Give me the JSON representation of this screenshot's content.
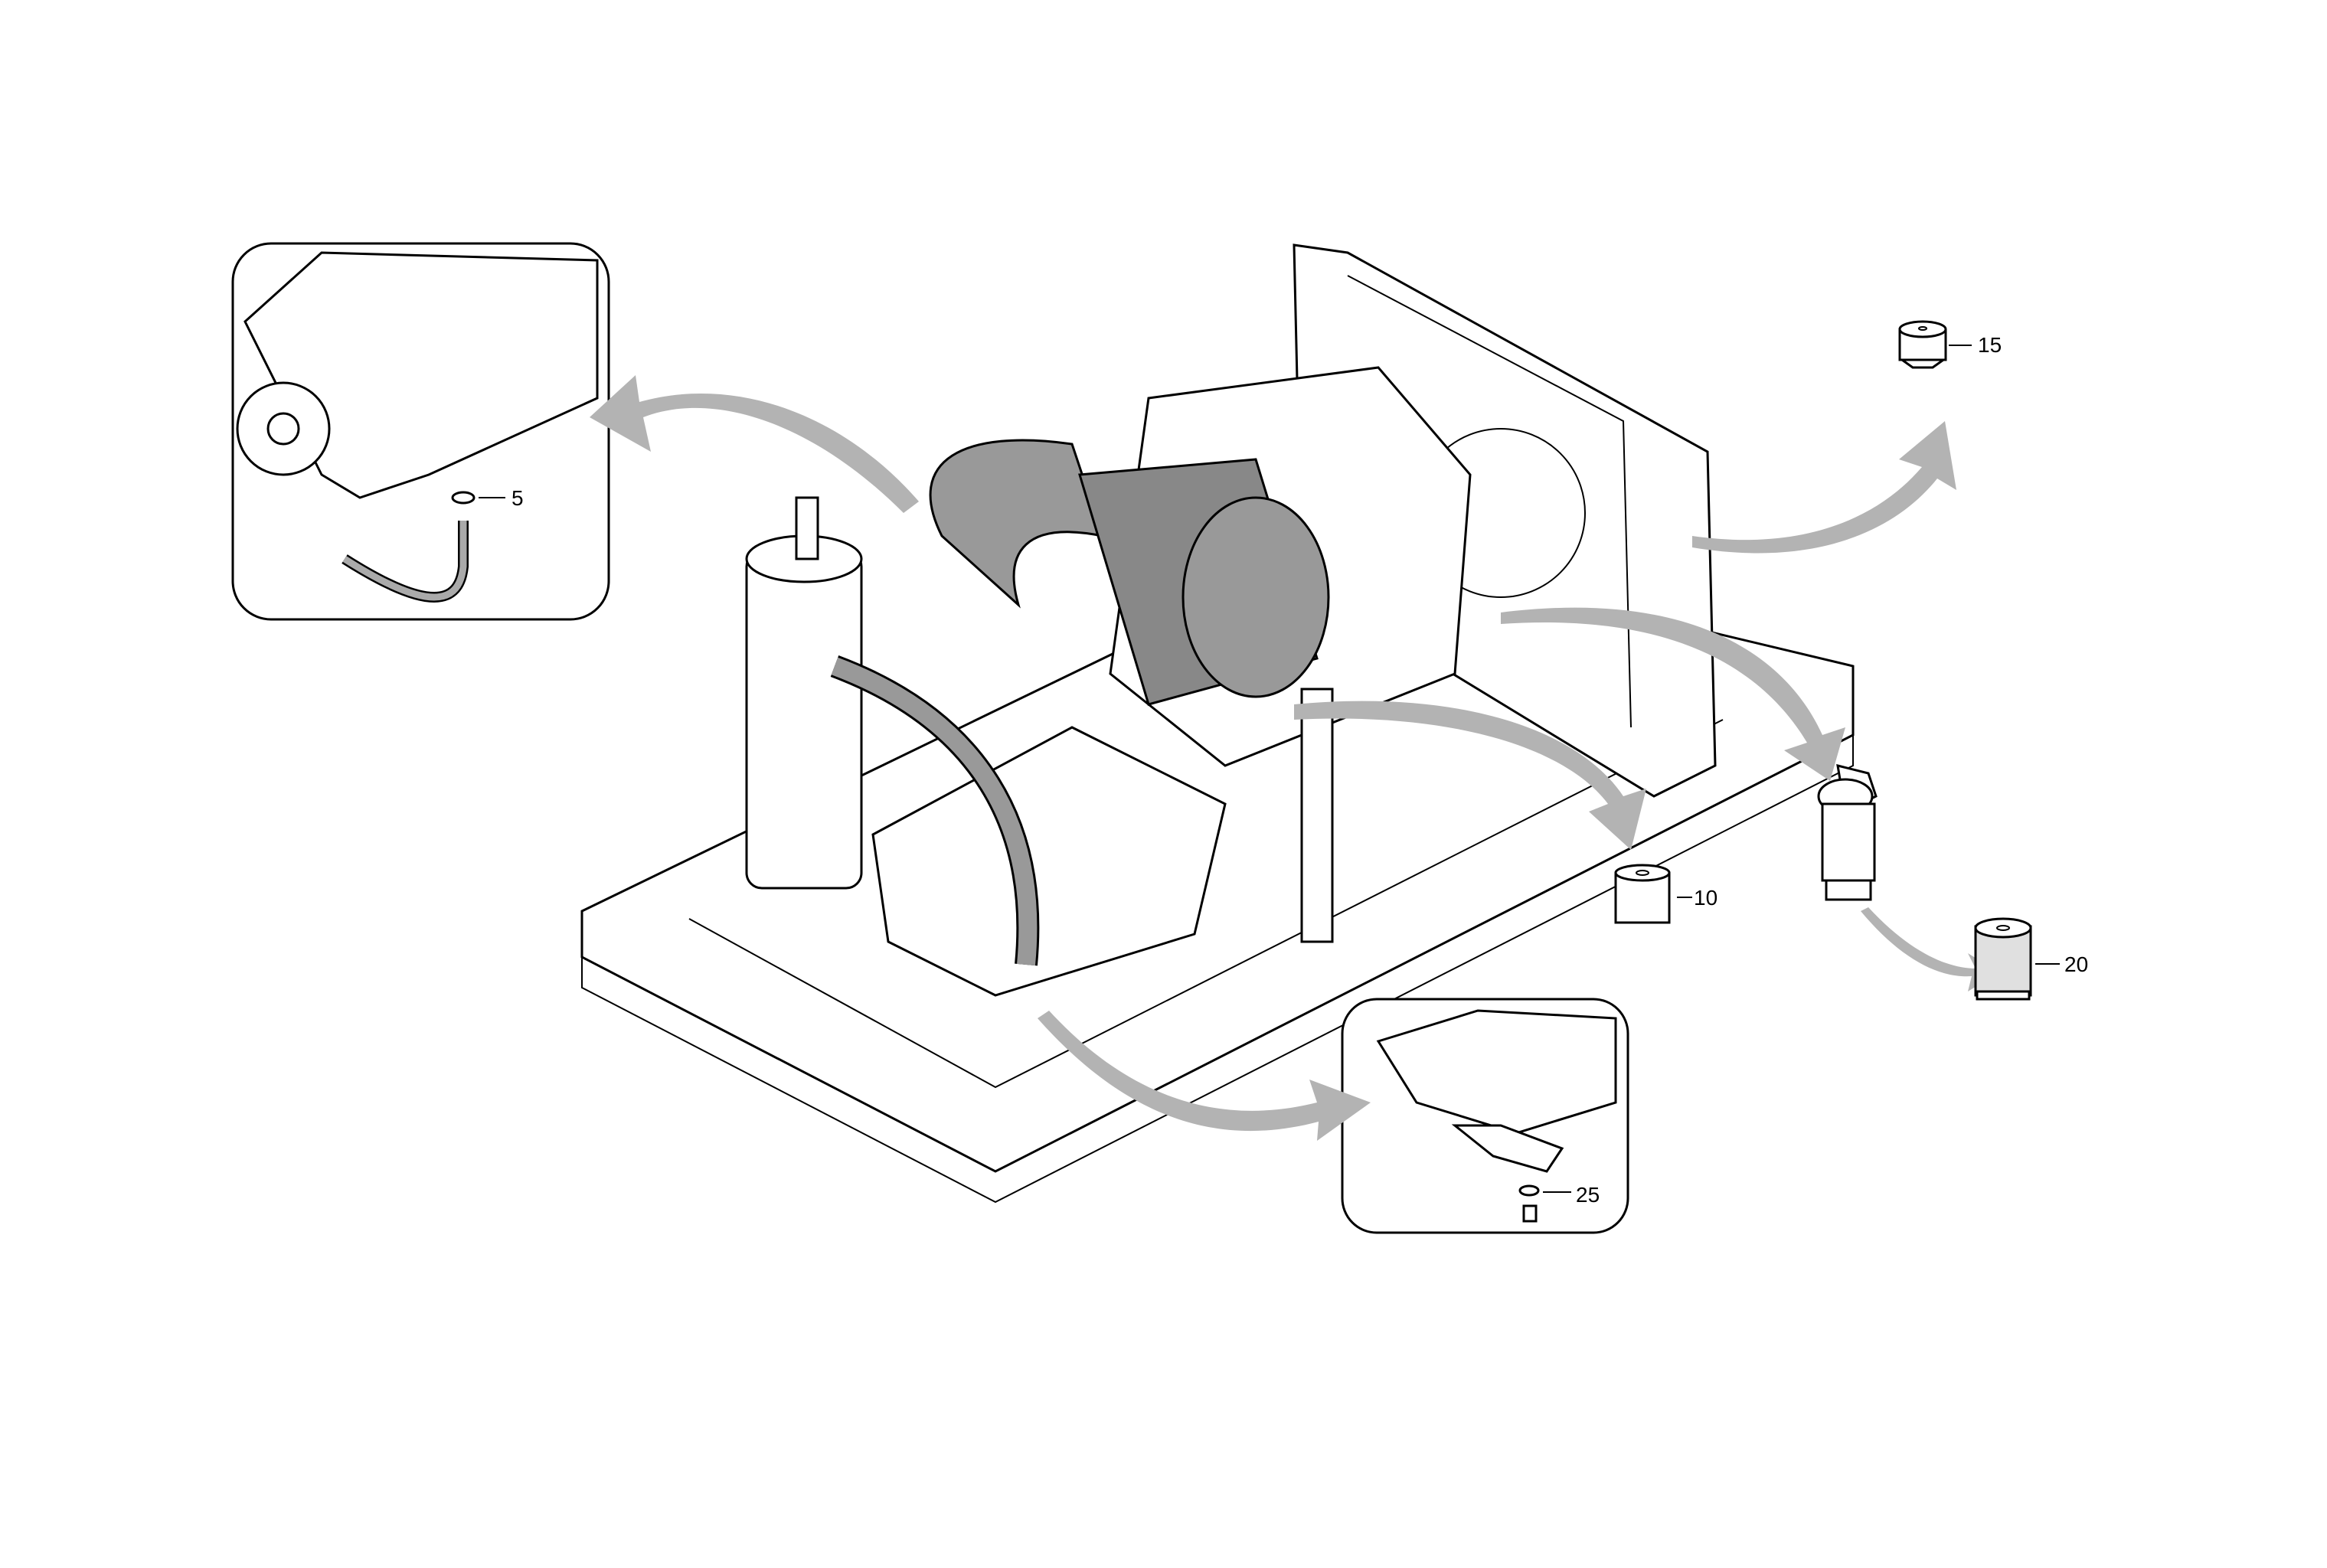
{
  "diagram": {
    "callouts": [
      {
        "id": "5",
        "label": "5"
      },
      {
        "id": "10",
        "label": "10"
      },
      {
        "id": "15",
        "label": "15"
      },
      {
        "id": "20",
        "label": "20"
      },
      {
        "id": "25",
        "label": "25"
      }
    ],
    "colors": {
      "arrow": "#b3b3b3",
      "line": "#000000",
      "shade": "#999999",
      "light": "#e0e0e0"
    }
  }
}
